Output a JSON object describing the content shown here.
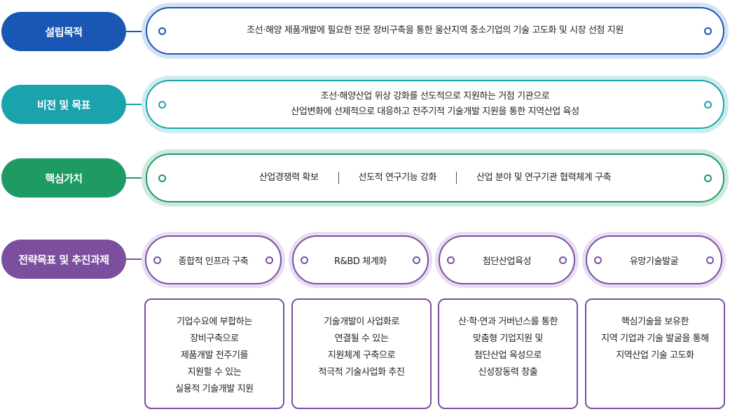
{
  "rows": {
    "purpose": {
      "label": "설립목적",
      "text": "조선·해양 제품개발에 필요한 전문 장비구축을 통한 울산지역 중소기업의 기술 고도화 및 시장 선점 지원",
      "color": "#1a56b4"
    },
    "vision": {
      "label": "비전 및 목표",
      "lines": [
        "조선·해양산업 위상 강화를 선도적으로 지원하는 거점 기관으로",
        "산업변화에 선제적으로 대응하고 전주기적 기술개발 지원을 통한 지역산업 육성"
      ],
      "color": "#1aa3ad"
    },
    "core_values": {
      "label": "핵심가치",
      "items": [
        "산업경쟁력 확보",
        "선도적 연구기능 강화",
        "산업 분야 및 연구기관 협력체계 구축"
      ],
      "color": "#1e9a63"
    },
    "strategy": {
      "label": "전략목표 및 추진과제",
      "color": "#7b4f9e",
      "goals": [
        {
          "title": "종합적 인프라 구축",
          "tasks": [
            "기업수요에 부합하는",
            "장비구축으로",
            "제품개발 전주기를",
            "지원할 수 있는",
            "실용적 기술개발 지원"
          ]
        },
        {
          "title": "R&BD 체계화",
          "tasks": [
            "기술개발이 사업화로",
            "연결될 수 있는",
            "지원체계 구축으로",
            "적극적 기술사업화 추진"
          ]
        },
        {
          "title": "첨단산업육성",
          "tasks": [
            "산·학·연과 거버넌스를 통한",
            "맞춤형 기업지원 및",
            "첨단산업 육성으로",
            "신성장동력 창출"
          ]
        },
        {
          "title": "유망기술발굴",
          "tasks": [
            "핵심기술을 보유한",
            "지역 기업과 기술 발굴을 통해",
            "지역산업 기술 고도화"
          ]
        }
      ]
    }
  }
}
